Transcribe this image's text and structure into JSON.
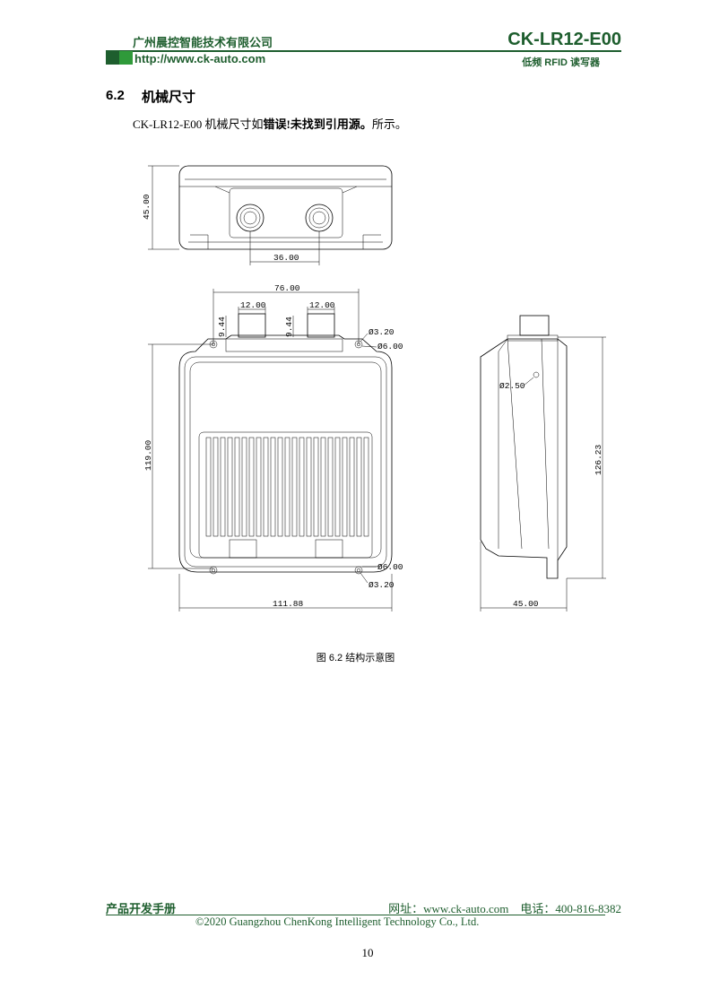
{
  "header": {
    "company": "广州晨控智能技术有限公司",
    "model": "CK-LR12-E00",
    "url": "http://www.ck-auto.com",
    "product_type": "低频 RFID 读写器",
    "accent_color": "#1e5e2e"
  },
  "section": {
    "number": "6.2",
    "title": "机械尺寸",
    "para_prefix": "CK-LR12-E00 机械尺寸如",
    "para_error": "错误!未找到引用源。",
    "para_suffix": "所示。"
  },
  "figure": {
    "caption": "图 6.2 结构示意图",
    "dims": {
      "top_height": "45.00",
      "top_conn_spacing": "36.00",
      "front_hole_span": "76.00",
      "conn_width_1": "12.00",
      "conn_width_2": "12.00",
      "conn_height_1": "9.44",
      "conn_height_2": "9.44",
      "hole_small_top": "Ø3.20",
      "hole_large_top": "Ø6.00",
      "hole_large_bottom": "Ø6.00",
      "hole_small_bottom": "Ø3.20",
      "front_height": "119.00",
      "front_width": "111.88",
      "side_hole": "Ø2.50",
      "side_height": "126.23",
      "side_width": "45.00"
    }
  },
  "footer": {
    "manual": "产品开发手册",
    "contact": "网址：www.ck-auto.com　电话：400-816-8382",
    "copyright": "©2020 Guangzhou ChenKong Intelligent Technology Co., Ltd.",
    "page_number": "10"
  }
}
